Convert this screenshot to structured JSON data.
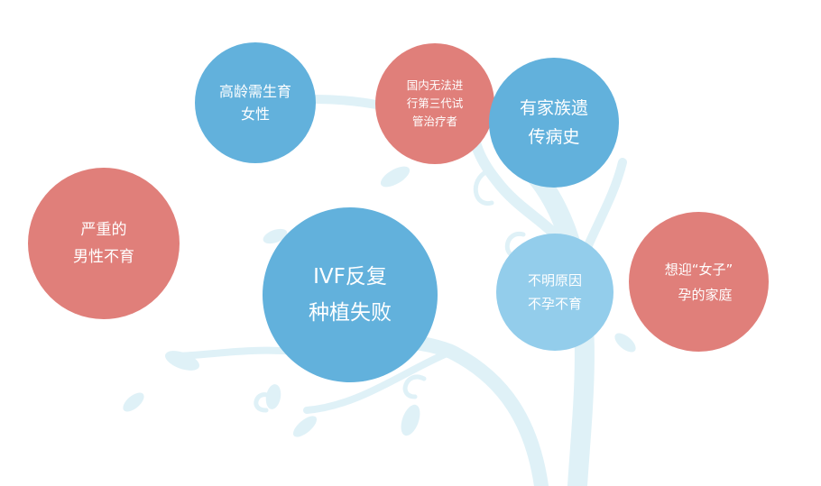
{
  "colors": {
    "blue": "#62b1dc",
    "light_blue": "#93cdeb",
    "red": "#e07f7a",
    "tree": "#dff1f7",
    "text": "#ffffff"
  },
  "bubbles": [
    {
      "id": "advanced-age-female",
      "color": "blue",
      "lines": [
        "高龄需生育",
        "女性"
      ]
    },
    {
      "id": "no-pgt-domestic",
      "color": "red",
      "lines": [
        "国内无法进",
        "行第三代试",
        "管治疗者"
      ]
    },
    {
      "id": "family-genetic-history",
      "color": "blue",
      "lines": [
        "有家族遗",
        "传病史"
      ]
    },
    {
      "id": "severe-male-infertility",
      "color": "red",
      "lines": [
        "严重的",
        "男性不育"
      ]
    },
    {
      "id": "ivf-repeated-failure",
      "color": "blue",
      "lines": [
        "IVF反复",
        "种植失败"
      ]
    },
    {
      "id": "unexplained-infertility",
      "color": "light_blue",
      "lines": [
        "不明原因",
        "不孕不育"
      ]
    },
    {
      "id": "gender-selection-family",
      "color": "red",
      "lines": [
        "想迎“女子”",
        "孕的家庭"
      ]
    }
  ]
}
